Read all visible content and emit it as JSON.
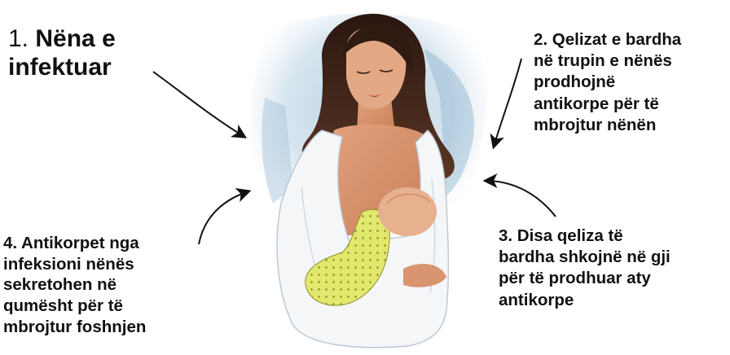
{
  "labels": {
    "step1": {
      "number": "1.",
      "line1": "Nëna e",
      "line2": "infektuar"
    },
    "step2": {
      "lines": [
        "2. Qelizat e bardha",
        "në trupin e nënës",
        "prodhojnë",
        "antikorpe për të",
        "mbrojtur nënën"
      ]
    },
    "step3": {
      "lines": [
        "3. Disa qeliza të",
        "bardha shkojnë në gji",
        "për të prodhuar aty",
        "antikorpe"
      ]
    },
    "step4": {
      "lines": [
        "4. Antikorpet nga",
        "infeksioni nënës",
        "sekretohen në",
        "qumësht për të",
        "mbrojtur foshnjen"
      ]
    }
  },
  "colors": {
    "background": "#ffffff",
    "text": "#111111",
    "wash": "#9ec0d8",
    "hair": "#3a2217",
    "skin": "#d99670",
    "robe": "#f4f6f8",
    "blanket": "#dfe56a",
    "arrow": "#111111"
  }
}
